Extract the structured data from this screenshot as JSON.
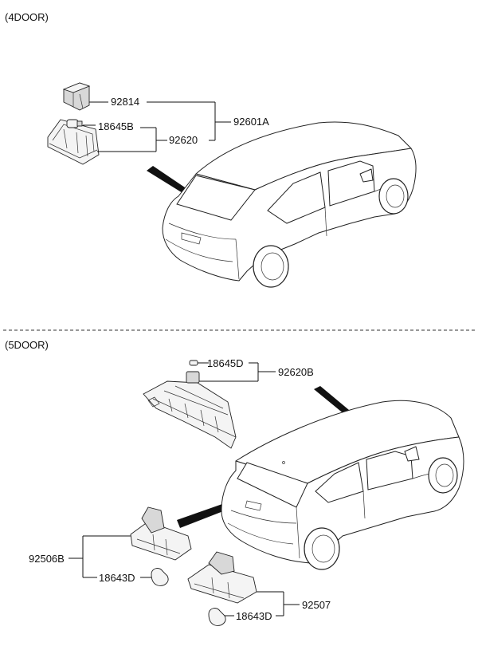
{
  "sections": {
    "top": "(4DOOR)",
    "bottom": "(5DOOR)"
  },
  "labels": {
    "p92814": "92814",
    "p18645B": "18645B",
    "p92620": "92620",
    "p92601A": "92601A",
    "p18645D": "18645D",
    "p92620B": "92620B",
    "p92506B": "92506B",
    "p18643D_a": "18643D",
    "p92507": "92507",
    "p18643D_b": "18643D"
  }
}
